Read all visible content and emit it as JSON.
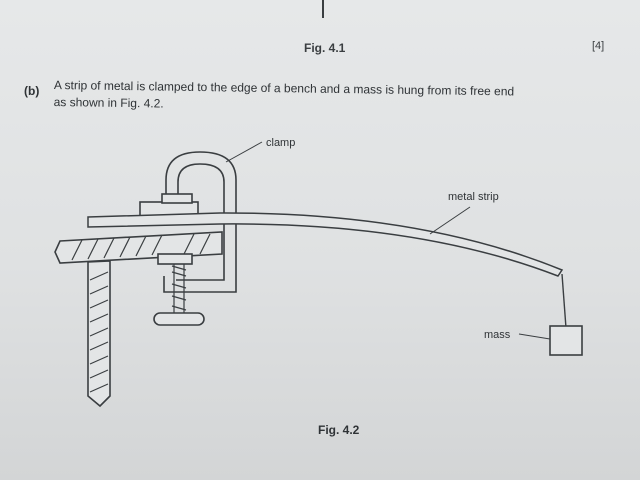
{
  "figure_1": {
    "caption": "Fig. 4.1",
    "marks": "[4]"
  },
  "question": {
    "part": "(b)",
    "line1": "A strip of metal is clamped to the edge of a bench and a mass is hung from its free end",
    "line2": "as shown in Fig. 4.2."
  },
  "diagram": {
    "labels": {
      "clamp": "clamp",
      "metal_strip": "metal strip",
      "mass": "mass"
    },
    "caption": "Fig. 4.2"
  }
}
